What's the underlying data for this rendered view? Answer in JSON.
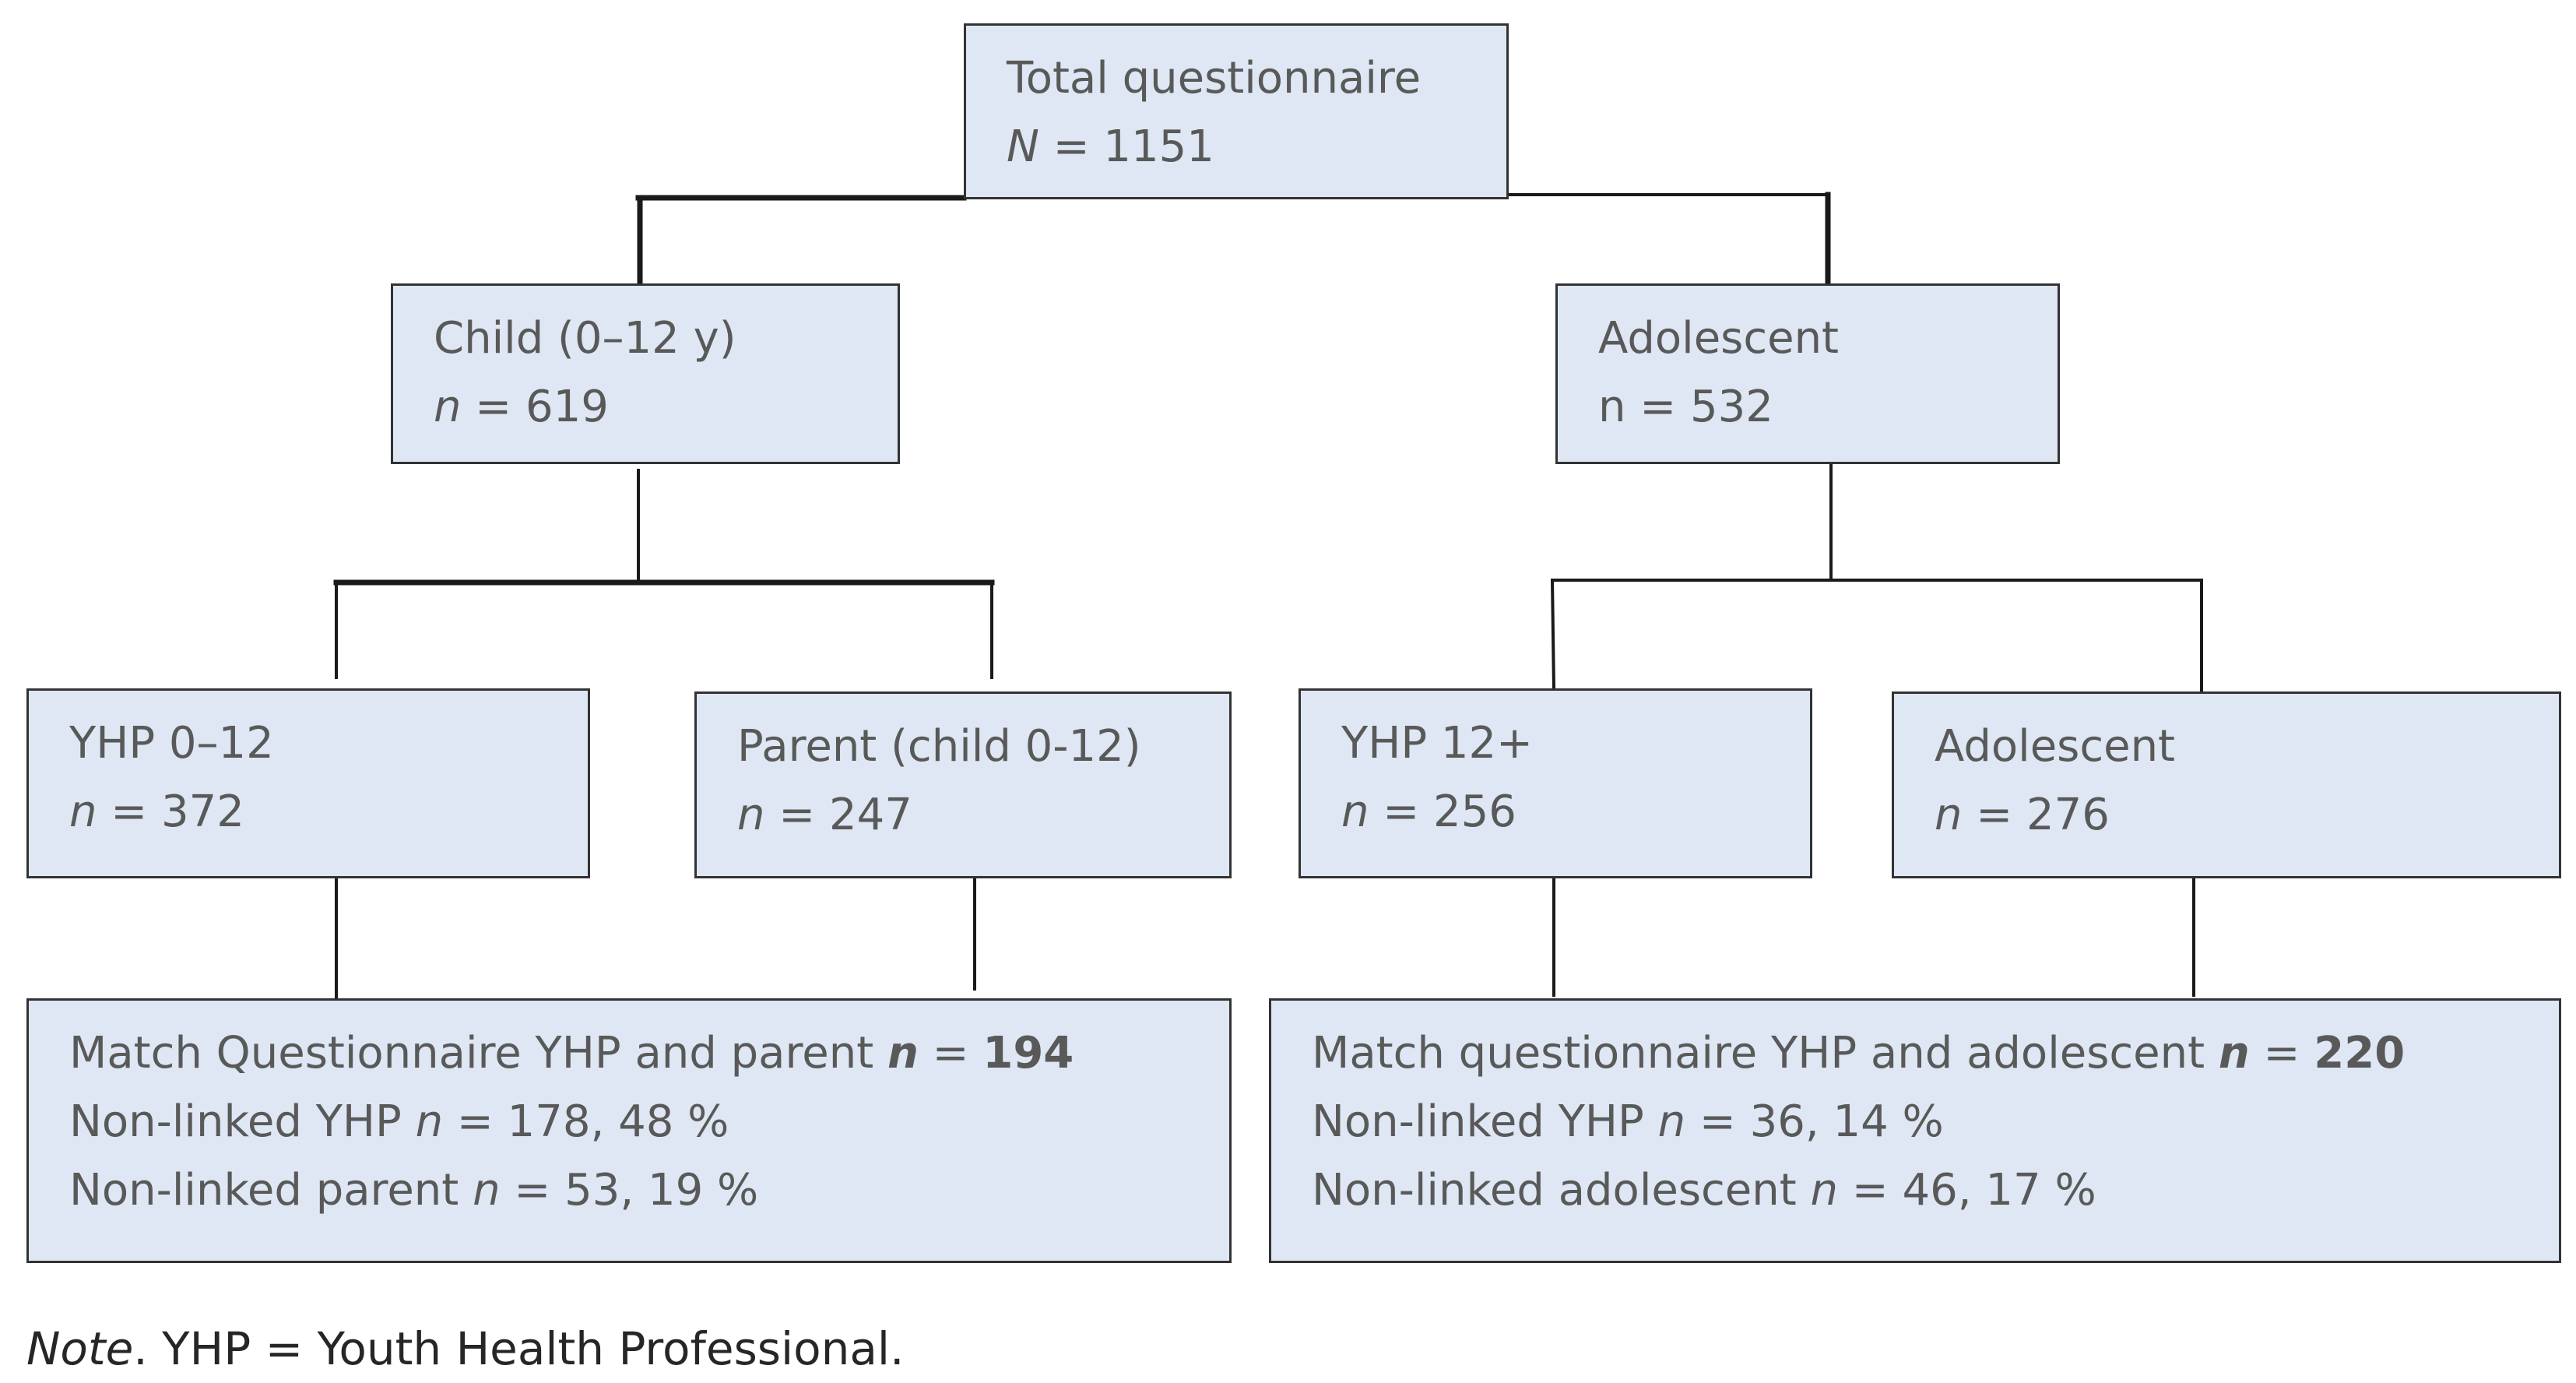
{
  "nodes": {
    "total": {
      "title": "Total questionnaire",
      "stat_var": "N",
      "stat_rest": " = 1151"
    },
    "child": {
      "title": "Child (0–12 y)",
      "stat_var": "n",
      "stat_rest": " = 619"
    },
    "adolescent": {
      "title": "Adolescent",
      "stat_text": "n = 532"
    },
    "yhp_child": {
      "title": "YHP 0–12",
      "stat_var": "n",
      "stat_rest": " = 372"
    },
    "parent": {
      "title": "Parent (child 0-12)",
      "stat_var": "n",
      "stat_rest": " = 247"
    },
    "yhp_adolescent": {
      "title": "YHP 12+",
      "stat_var": "n",
      "stat_rest": " = 256"
    },
    "adolescent_self": {
      "title": "Adolescent",
      "stat_var": "n",
      "stat_rest": " = 276"
    },
    "match_parent": {
      "match_label": "Match Questionnaire YHP and parent ",
      "match_var": "n",
      "match_eq": " = ",
      "match_num": "194",
      "line2_label": "Non-linked YHP ",
      "line2_var": "n",
      "line2_rest": " = 178, 48 %",
      "line3_label": "Non-linked parent ",
      "line3_var": "n",
      "line3_rest": " = 53, 19 %"
    },
    "match_adolescent": {
      "match_label": "Match questionnaire YHP and adolescent ",
      "match_var": "n",
      "match_eq": " = ",
      "match_num": "220",
      "line2_label": "Non-linked YHP ",
      "line2_var": "n",
      "line2_rest": " = 36, 14 %",
      "line3_label": "Non-linked adolescent ",
      "line3_var": "n",
      "line3_rest": " = 46, 17 %"
    }
  },
  "note": {
    "label": "Note",
    "text": ". YHP = Youth Health Professional."
  },
  "colors": {
    "box_fill": "#dee7f3",
    "box_border": "#333333",
    "text": "#595959",
    "connector": "#1a1a1a"
  }
}
